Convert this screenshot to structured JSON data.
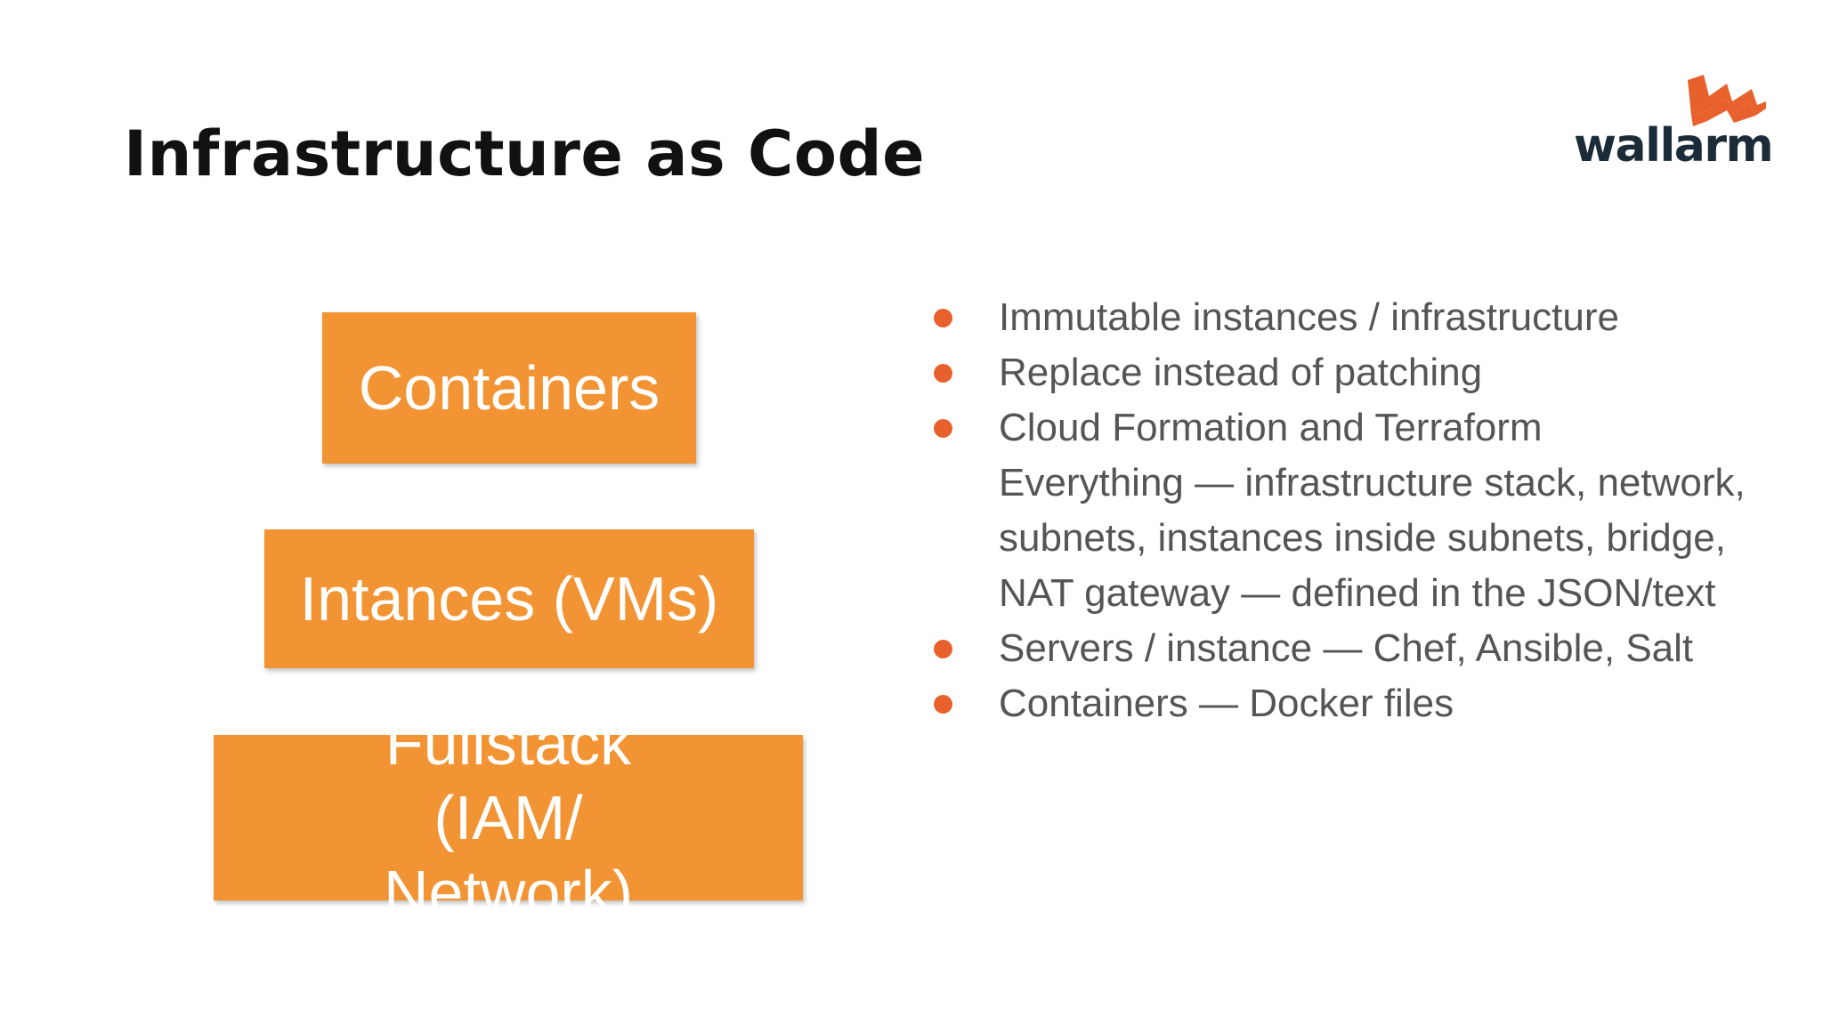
{
  "slide": {
    "title": "Infrastructure as Code"
  },
  "logo": {
    "text": "wallarm",
    "icon": "wallarm-flag-icon",
    "text_color": "#1c2b38",
    "accent_color": "#e8612c"
  },
  "stack": {
    "box_color": "#f29433",
    "text_color": "#ffffff",
    "layers": [
      {
        "label": "Containers"
      },
      {
        "label": "Intances (VMs)"
      },
      {
        "label": "Fullstack (IAM/ Network)"
      }
    ]
  },
  "bullets": {
    "dot_color": "#e8612c",
    "text_color": "#555555",
    "items": [
      {
        "text": "Immutable instances / infrastructure"
      },
      {
        "text": "Replace instead of patching"
      },
      {
        "text": "Cloud Formation and Terraform"
      },
      {
        "text": "Everything — infrastructure stack, network, subnets, instances inside subnets, bridge, NAT gateway — defined in the JSON/text"
      },
      {
        "text": "Servers / instance — Chef, Ansible, Salt"
      },
      {
        "text": "Containers — Docker files"
      }
    ]
  }
}
